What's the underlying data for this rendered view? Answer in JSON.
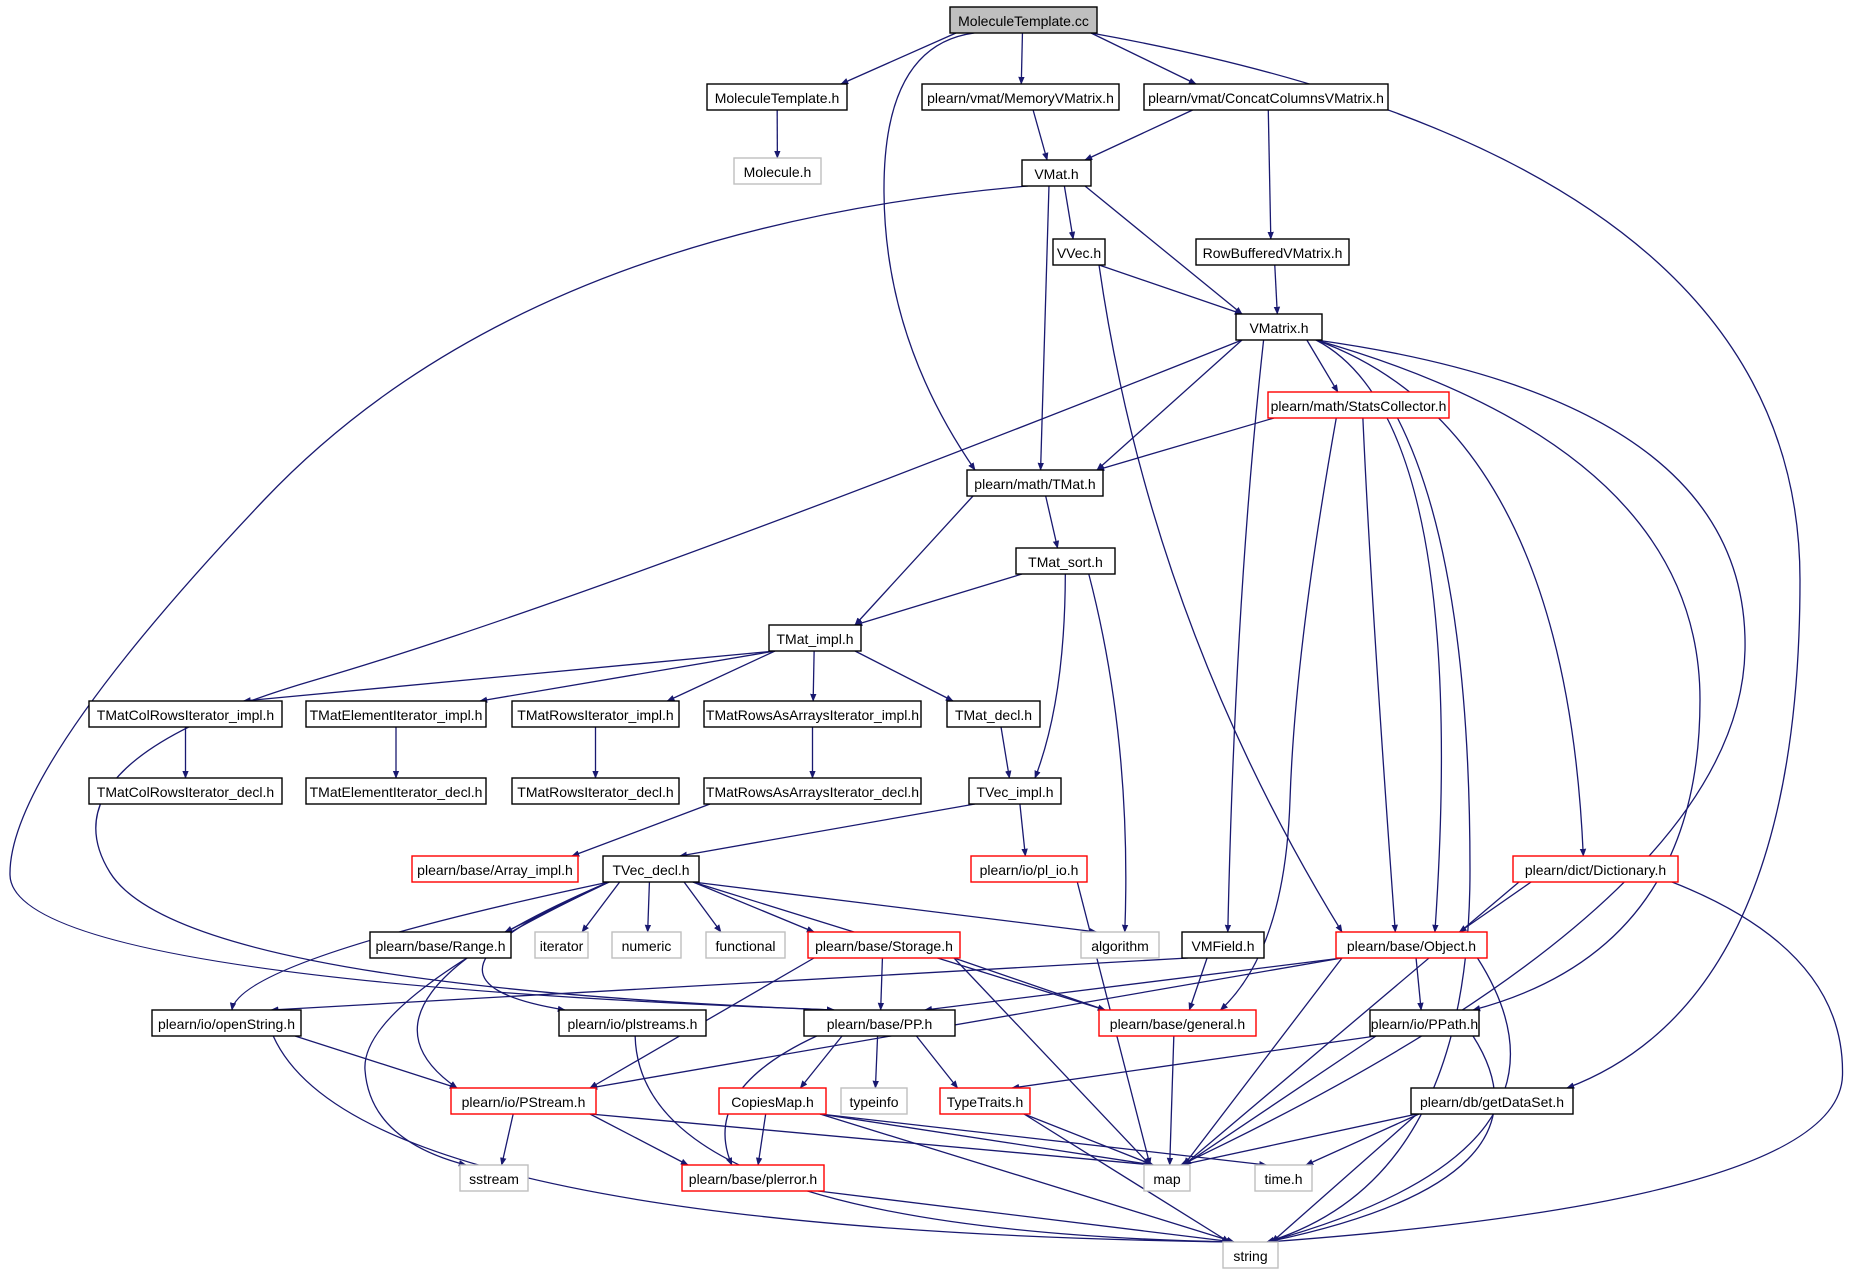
{
  "colors": {
    "edge": "#191970",
    "root_fill": "#bfbfbf",
    "normal_border": "#000000",
    "truncated_border": "#ff0000",
    "external_border": "#bfbfbf"
  },
  "nodes": [
    {
      "id": "root",
      "label": "MoleculeTemplate.cc",
      "kind": "root"
    },
    {
      "id": "mt_h",
      "label": "MoleculeTemplate.h",
      "kind": "normal"
    },
    {
      "id": "mol_h",
      "label": "Molecule.h",
      "kind": "external"
    },
    {
      "id": "memvm",
      "label": "plearn/vmat/MemoryVMatrix.h",
      "kind": "normal"
    },
    {
      "id": "ccvm",
      "label": "plearn/vmat/ConcatColumnsVMatrix.h",
      "kind": "normal"
    },
    {
      "id": "vmat",
      "label": "VMat.h",
      "kind": "normal"
    },
    {
      "id": "vvec",
      "label": "VVec.h",
      "kind": "normal"
    },
    {
      "id": "rbvm",
      "label": "RowBufferedVMatrix.h",
      "kind": "normal"
    },
    {
      "id": "vmatrix",
      "label": "VMatrix.h",
      "kind": "normal"
    },
    {
      "id": "stats",
      "label": "plearn/math/StatsCollector.h",
      "kind": "truncated"
    },
    {
      "id": "tmat",
      "label": "plearn/math/TMat.h",
      "kind": "normal"
    },
    {
      "id": "tmatsort",
      "label": "TMat_sort.h",
      "kind": "normal"
    },
    {
      "id": "tmatimpl",
      "label": "TMat_impl.h",
      "kind": "normal"
    },
    {
      "id": "colit",
      "label": "TMatColRowsIterator_impl.h",
      "kind": "normal"
    },
    {
      "id": "elit",
      "label": "TMatElementIterator_impl.h",
      "kind": "normal"
    },
    {
      "id": "rowit",
      "label": "TMatRowsIterator_impl.h",
      "kind": "normal"
    },
    {
      "id": "raait",
      "label": "TMatRowsAsArraysIterator_impl.h",
      "kind": "normal"
    },
    {
      "id": "tmatdecl",
      "label": "TMat_decl.h",
      "kind": "normal"
    },
    {
      "id": "colitd",
      "label": "TMatColRowsIterator_decl.h",
      "kind": "normal"
    },
    {
      "id": "elitd",
      "label": "TMatElementIterator_decl.h",
      "kind": "normal"
    },
    {
      "id": "rowitd",
      "label": "TMatRowsIterator_decl.h",
      "kind": "normal"
    },
    {
      "id": "raaitd",
      "label": "TMatRowsAsArraysIterator_decl.h",
      "kind": "normal"
    },
    {
      "id": "tvecimpl",
      "label": "TVec_impl.h",
      "kind": "normal"
    },
    {
      "id": "arrimpl",
      "label": "plearn/base/Array_impl.h",
      "kind": "truncated"
    },
    {
      "id": "tvecdecl",
      "label": "TVec_decl.h",
      "kind": "normal"
    },
    {
      "id": "plio",
      "label": "plearn/io/pl_io.h",
      "kind": "truncated"
    },
    {
      "id": "dict",
      "label": "plearn/dict/Dictionary.h",
      "kind": "truncated"
    },
    {
      "id": "range",
      "label": "plearn/base/Range.h",
      "kind": "normal"
    },
    {
      "id": "iterator",
      "label": "iterator",
      "kind": "external"
    },
    {
      "id": "numeric",
      "label": "numeric",
      "kind": "external"
    },
    {
      "id": "functional",
      "label": "functional",
      "kind": "external"
    },
    {
      "id": "storage",
      "label": "plearn/base/Storage.h",
      "kind": "truncated"
    },
    {
      "id": "algorithm",
      "label": "algorithm",
      "kind": "external"
    },
    {
      "id": "vmfield",
      "label": "VMField.h",
      "kind": "normal"
    },
    {
      "id": "object",
      "label": "plearn/base/Object.h",
      "kind": "truncated"
    },
    {
      "id": "openstr",
      "label": "plearn/io/openString.h",
      "kind": "normal"
    },
    {
      "id": "plstreams",
      "label": "plearn/io/plstreams.h",
      "kind": "normal"
    },
    {
      "id": "pp",
      "label": "plearn/base/PP.h",
      "kind": "normal"
    },
    {
      "id": "general",
      "label": "plearn/base/general.h",
      "kind": "truncated"
    },
    {
      "id": "ppath",
      "label": "plearn/io/PPath.h",
      "kind": "normal"
    },
    {
      "id": "pstream",
      "label": "plearn/io/PStream.h",
      "kind": "truncated"
    },
    {
      "id": "copiesmap",
      "label": "CopiesMap.h",
      "kind": "truncated"
    },
    {
      "id": "typeinfo",
      "label": "typeinfo",
      "kind": "external"
    },
    {
      "id": "typetraits",
      "label": "TypeTraits.h",
      "kind": "truncated"
    },
    {
      "id": "getdataset",
      "label": "plearn/db/getDataSet.h",
      "kind": "normal"
    },
    {
      "id": "sstream",
      "label": "sstream",
      "kind": "external"
    },
    {
      "id": "plerror",
      "label": "plearn/base/plerror.h",
      "kind": "truncated"
    },
    {
      "id": "map",
      "label": "map",
      "kind": "external"
    },
    {
      "id": "timeh",
      "label": "time.h",
      "kind": "external"
    },
    {
      "id": "string",
      "label": "string",
      "kind": "external"
    }
  ],
  "edges": [
    [
      "root",
      "mt_h"
    ],
    [
      "root",
      "memvm"
    ],
    [
      "root",
      "ccvm"
    ],
    [
      "root",
      "tmat"
    ],
    [
      "root",
      "getdataset"
    ],
    [
      "mt_h",
      "mol_h"
    ],
    [
      "memvm",
      "vmat"
    ],
    [
      "ccvm",
      "vmat"
    ],
    [
      "ccvm",
      "rbvm"
    ],
    [
      "vmat",
      "vvec"
    ],
    [
      "vmat",
      "vmatrix"
    ],
    [
      "vmat",
      "tmat"
    ],
    [
      "vmat",
      "pp"
    ],
    [
      "vvec",
      "vmatrix"
    ],
    [
      "vvec",
      "object"
    ],
    [
      "rbvm",
      "vmatrix"
    ],
    [
      "vmatrix",
      "stats"
    ],
    [
      "vmatrix",
      "tmat"
    ],
    [
      "vmatrix",
      "vmfield"
    ],
    [
      "vmatrix",
      "object"
    ],
    [
      "vmatrix",
      "dict"
    ],
    [
      "vmatrix",
      "ppath"
    ],
    [
      "vmatrix",
      "map"
    ],
    [
      "vmatrix",
      "pp"
    ],
    [
      "stats",
      "tmat"
    ],
    [
      "stats",
      "object"
    ],
    [
      "stats",
      "general"
    ],
    [
      "stats",
      "string"
    ],
    [
      "tmat",
      "tmatsort"
    ],
    [
      "tmat",
      "tmatimpl"
    ],
    [
      "tmatsort",
      "tmatimpl"
    ],
    [
      "tmatsort",
      "tvecimpl"
    ],
    [
      "tmatsort",
      "algorithm"
    ],
    [
      "tmatimpl",
      "colit"
    ],
    [
      "tmatimpl",
      "elit"
    ],
    [
      "tmatimpl",
      "rowit"
    ],
    [
      "tmatimpl",
      "raait"
    ],
    [
      "tmatimpl",
      "tmatdecl"
    ],
    [
      "colit",
      "colitd"
    ],
    [
      "elit",
      "elitd"
    ],
    [
      "rowit",
      "rowitd"
    ],
    [
      "raait",
      "raaitd"
    ],
    [
      "raaitd",
      "arrimpl"
    ],
    [
      "tmatdecl",
      "tvecimpl"
    ],
    [
      "tvecimpl",
      "tvecdecl"
    ],
    [
      "tvecimpl",
      "plio"
    ],
    [
      "tvecdecl",
      "range"
    ],
    [
      "tvecdecl",
      "iterator"
    ],
    [
      "tvecdecl",
      "numeric"
    ],
    [
      "tvecdecl",
      "functional"
    ],
    [
      "tvecdecl",
      "storage"
    ],
    [
      "tvecdecl",
      "algorithm"
    ],
    [
      "tvecdecl",
      "general"
    ],
    [
      "tvecdecl",
      "openstr"
    ],
    [
      "tvecdecl",
      "plstreams"
    ],
    [
      "tvecdecl",
      "pstream"
    ],
    [
      "tvecdecl",
      "sstream"
    ],
    [
      "plio",
      "map"
    ],
    [
      "dict",
      "object"
    ],
    [
      "dict",
      "map"
    ],
    [
      "dict",
      "string"
    ],
    [
      "storage",
      "pp"
    ],
    [
      "storage",
      "general"
    ],
    [
      "storage",
      "pstream"
    ],
    [
      "storage",
      "map"
    ],
    [
      "vmfield",
      "general"
    ],
    [
      "vmfield",
      "openstr"
    ],
    [
      "object",
      "pp"
    ],
    [
      "object",
      "pstream"
    ],
    [
      "object",
      "ppath"
    ],
    [
      "object",
      "map"
    ],
    [
      "object",
      "string"
    ],
    [
      "openstr",
      "pstream"
    ],
    [
      "openstr",
      "string"
    ],
    [
      "plstreams",
      "string"
    ],
    [
      "pp",
      "copiesmap"
    ],
    [
      "pp",
      "typeinfo"
    ],
    [
      "pp",
      "typetraits"
    ],
    [
      "pp",
      "plerror"
    ],
    [
      "general",
      "map"
    ],
    [
      "ppath",
      "typetraits"
    ],
    [
      "ppath",
      "map"
    ],
    [
      "ppath",
      "string"
    ],
    [
      "pstream",
      "sstream"
    ],
    [
      "pstream",
      "plerror"
    ],
    [
      "pstream",
      "map"
    ],
    [
      "copiesmap",
      "plerror"
    ],
    [
      "copiesmap",
      "map"
    ],
    [
      "copiesmap",
      "timeh"
    ],
    [
      "copiesmap",
      "string"
    ],
    [
      "typetraits",
      "map"
    ],
    [
      "typetraits",
      "string"
    ],
    [
      "getdataset",
      "map"
    ],
    [
      "getdataset",
      "timeh"
    ],
    [
      "getdataset",
      "string"
    ],
    [
      "plerror",
      "string"
    ]
  ]
}
